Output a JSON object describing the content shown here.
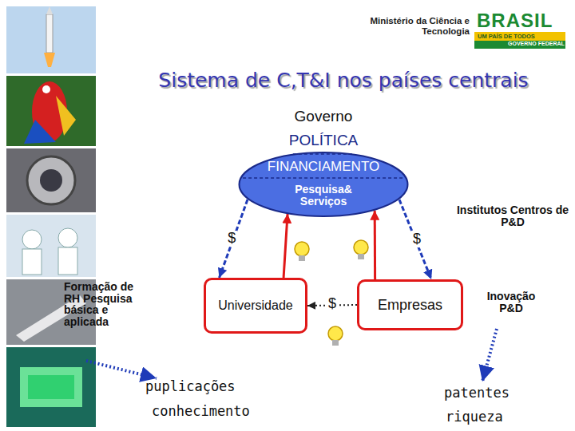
{
  "diagram": {
    "title": "Sistema de C,T&I nos países centrais",
    "nodes": [
      {
        "text": [
          "Governo",
          "POLÍTICA",
          "FINANCIAMENTO",
          "Pesquisa& Serviços"
        ]
      },
      {
        "text": [
          "Universidade"
        ]
      },
      {
        "text": [
          "Empresas"
        ]
      }
    ],
    "edges": [
      {
        "from": 0,
        "to": 1,
        "arrow": "to",
        "label": "$"
      },
      {
        "from": 0,
        "to": 2,
        "arrow": "to",
        "label": "$"
      },
      {
        "from": 2,
        "to": 1,
        "arrow": "to",
        "label": "$"
      },
      {
        "from": 1,
        "to": 0,
        "arrow": "to"
      },
      {
        "from": 2,
        "to": 0,
        "arrow": "to"
      }
    ],
    "labels": [
      "Formação de RH Pesquisa básica e aplicada",
      "Institutos Centros de P&D",
      "Inovação P&D",
      "puplicações",
      "conhecimento",
      "patentes",
      "riqueza",
      "Ministério da Ciência e Tecnologia",
      "BRASIL",
      "UM PAÍS DE TODOS",
      "GOVERNO FEDERAL"
    ]
  }
}
